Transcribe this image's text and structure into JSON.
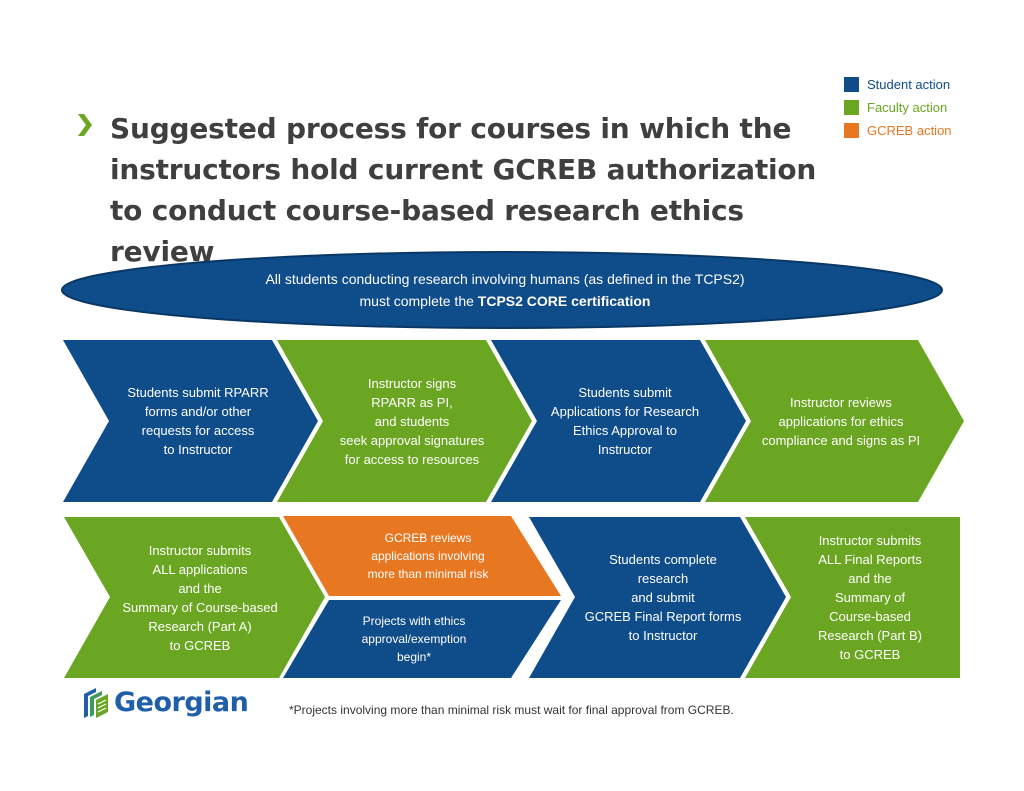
{
  "colors": {
    "student": "#0f4c8a",
    "faculty": "#6aa621",
    "gcreb": "#e87722",
    "title": "#3f3f3f"
  },
  "legend": {
    "student_label": "Student action",
    "faculty_label": "Faculty action",
    "gcreb_label": "GCREB action"
  },
  "title": "Suggested process for courses in which the instructors hold current GCREB authorization to conduct course-based research ethics review",
  "banner": {
    "line1": "All students conducting research involving humans (as defined in the TCPS2)",
    "line2_prefix": "must complete the ",
    "line2_bold": "TCPS2 CORE certification"
  },
  "row1": [
    {
      "text": "Students submit RPARR\nforms and/or other\nrequests for access\nto Instructor",
      "actor": "student"
    },
    {
      "text": "Instructor signs\nRPARR as PI,\nand students\nseek approval signatures\nfor access to resources",
      "actor": "faculty"
    },
    {
      "text": "Students submit\nApplications for Research\nEthics Approval to\nInstructor",
      "actor": "student"
    },
    {
      "text": "Instructor reviews\napplications for ethics\ncompliance and signs as PI",
      "actor": "faculty"
    }
  ],
  "row2": {
    "step1": {
      "text": "Instructor submits\nALL applications\nand the\nSummary of Course-based\nResearch (Part A)\nto GCREB",
      "actor": "faculty"
    },
    "step2_top": {
      "text": "GCREB reviews\napplications involving\nmore than minimal risk",
      "actor": "gcreb"
    },
    "step2_bottom": {
      "text": "Projects with ethics\napproval/exemption\nbegin*",
      "actor": "student"
    },
    "step3": {
      "text": "Students complete\nresearch\nand submit\nGCREB Final Report forms\nto Instructor",
      "actor": "student"
    },
    "step4": {
      "text": "Instructor submits\nALL Final Reports\nand the\nSummary of\nCourse-based\nResearch (Part B)\nto GCREB",
      "actor": "faculty"
    }
  },
  "footnote": "*Projects involving more than minimal risk must wait for final approval from GCREB.",
  "logo": {
    "name": "Georgian",
    "icon": "georgian-logo-icon"
  }
}
